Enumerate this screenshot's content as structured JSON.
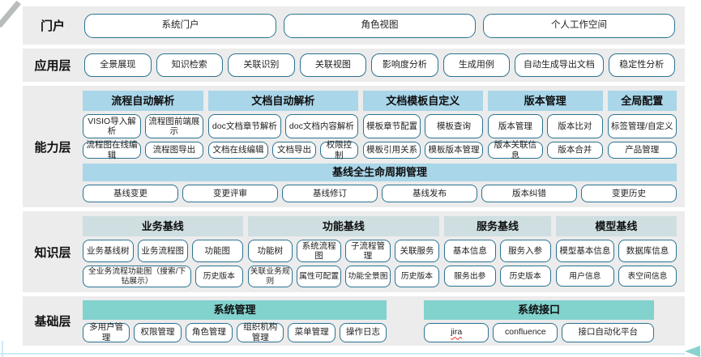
{
  "layers": [
    {
      "label": "门户",
      "buttons": [
        "系统门户",
        "角色视图",
        "个人工作空间"
      ]
    },
    {
      "label": "应用层",
      "buttons": [
        "全景展现",
        "知识检索",
        "关联识别",
        "关联视图",
        "影响度分析",
        "生成用例",
        "自动生成导出文档",
        "稳定性分析"
      ]
    },
    {
      "label": "能力层",
      "sections": [
        {
          "title": "流程自动解析",
          "rows": [
            [
              "VISIO导入解析",
              "流程图前端展示"
            ],
            [
              "流程图在线编辑",
              "流程图导出"
            ]
          ]
        },
        {
          "title": "文档自动解析",
          "rows": [
            [
              "doc文档章节解析",
              "doc文档内容解析"
            ],
            [
              "文档在线编辑",
              "文档导出",
              "权限控制"
            ]
          ]
        },
        {
          "title": "文档模板自定义",
          "rows": [
            [
              "模板章节配置",
              "模板查询"
            ],
            [
              "模板引用关系",
              "模板版本管理"
            ]
          ]
        },
        {
          "title": "版本管理",
          "rows": [
            [
              "版本管理",
              "版本比对"
            ],
            [
              "版本关联信息",
              "版本合并"
            ]
          ]
        },
        {
          "title": "全局配置",
          "rows": [
            [
              "标签管理/自定义"
            ],
            [
              "产品管理"
            ]
          ]
        }
      ],
      "baseline": {
        "title": "基线全生命周期管理",
        "buttons": [
          "基线变更",
          "变更评审",
          "基线修订",
          "基线发布",
          "版本纠错",
          "变更历史"
        ]
      }
    },
    {
      "label": "知识层",
      "sections": [
        {
          "title": "业务基线",
          "rows": [
            [
              "业务基线树",
              "业务流程图",
              "功能图"
            ],
            [
              "全业务流程功能图（搜索/下钻展示）",
              "历史版本"
            ]
          ]
        },
        {
          "title": "功能基线",
          "rows": [
            [
              "功能树",
              "系统流程图",
              "子流程管理",
              "关联服务"
            ],
            [
              "关联业务规则",
              "属性可配置",
              "功能全景图",
              "历史版本"
            ]
          ]
        },
        {
          "title": "服务基线",
          "rows": [
            [
              "基本信息",
              "服务入参"
            ],
            [
              "服务出参",
              "历史版本"
            ]
          ]
        },
        {
          "title": "模型基线",
          "rows": [
            [
              "模型基本信息",
              "数据库信息"
            ],
            [
              "用户信息",
              "表空间信息"
            ]
          ]
        }
      ]
    },
    {
      "label": "基础层",
      "sections": [
        {
          "title": "系统管理",
          "buttons": [
            "多用户管理",
            "权限管理",
            "角色管理",
            "组织机构管理",
            "菜单管理",
            "操作日志"
          ]
        },
        {
          "title": "系统接口",
          "buttons": [
            "jira",
            "confluence",
            "接口自动化平台"
          ]
        }
      ]
    }
  ],
  "decorations": {
    "wavy_underline_label": "jira"
  },
  "colors": {
    "band_background": "#ececec",
    "button_border": "#2b7391",
    "capability_header": "#a9d6e9",
    "knowledge_header": "#cfdfe1",
    "foundation_header": "#82d2ce",
    "decoration_light_blue": "#cdeaf6",
    "decoration_teal": "#8ad2cf"
  }
}
